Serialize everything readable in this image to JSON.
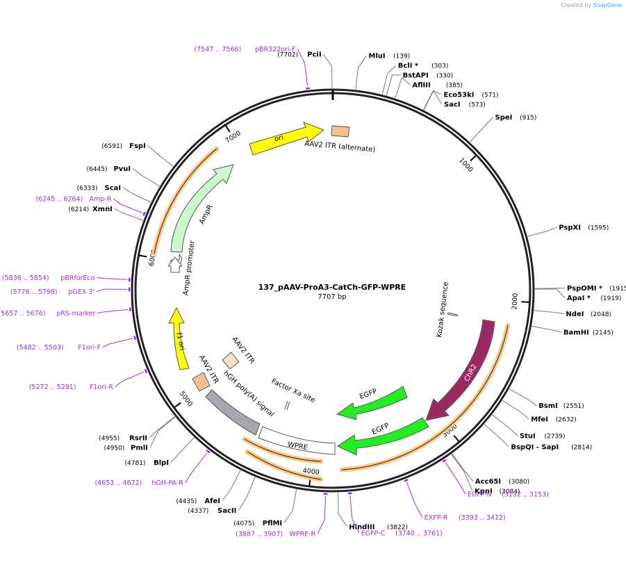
{
  "credit": {
    "prefix": "Created by",
    "brand": "SnapGene"
  },
  "plasmid": {
    "name": "137_pAAV-ProA3-CatCh-GFP-WPRE",
    "length_label": "7707 bp",
    "length": 7707
  },
  "ticks": [
    {
      "pos": 1000,
      "label": "1000"
    },
    {
      "pos": 2000,
      "label": "2000"
    },
    {
      "pos": 3000,
      "label": "3000"
    },
    {
      "pos": 4000,
      "label": "4000"
    },
    {
      "pos": 5000,
      "label": "5000"
    },
    {
      "pos": 6000,
      "label": "6000"
    },
    {
      "pos": 7000,
      "label": "7000"
    }
  ],
  "sites": [
    {
      "name": "PciI",
      "pos_label": "(7702)",
      "pos": 7702
    },
    {
      "name": "MluI",
      "pos_label": "(139)",
      "pos": 139
    },
    {
      "name": "BclI *",
      "pos_label": "(303)",
      "pos": 303
    },
    {
      "name": "BstAPI",
      "pos_label": "(330)",
      "pos": 330
    },
    {
      "name": "AflIII",
      "pos_label": "(385)",
      "pos": 385
    },
    {
      "name": "Eco53kI",
      "pos_label": "(571)",
      "pos": 571
    },
    {
      "name": "SacI",
      "pos_label": "(573)",
      "pos": 573
    },
    {
      "name": "SpeI",
      "pos_label": "(915)",
      "pos": 915
    },
    {
      "name": "PspXI",
      "pos_label": "(1595)",
      "pos": 1595
    },
    {
      "name": "PspOMI *",
      "pos_label": "(1915)",
      "pos": 1915
    },
    {
      "name": "ApaI *",
      "pos_label": "(1919)",
      "pos": 1919
    },
    {
      "name": "NdeI",
      "pos_label": "(2048)",
      "pos": 2048
    },
    {
      "name": "BamHI",
      "pos_label": "(2145)",
      "pos": 2145
    },
    {
      "name": "BsmI",
      "pos_label": "(2551)",
      "pos": 2551
    },
    {
      "name": "MfeI",
      "pos_label": "(2632)",
      "pos": 2632
    },
    {
      "name": "StuI",
      "pos_label": "(2739)",
      "pos": 2739
    },
    {
      "name": "BspQI - SapI",
      "pos_label": "(2814)",
      "pos": 2814
    },
    {
      "name": "Acc65I",
      "pos_label": "(3080)",
      "pos": 3080
    },
    {
      "name": "KpnI",
      "pos_label": "(3084)",
      "pos": 3084
    },
    {
      "name": "HindIII",
      "pos_label": "(3822)",
      "pos": 3822
    },
    {
      "name": "PflMI",
      "pos_label": "(4075)",
      "pos": 4075
    },
    {
      "name": "SacII",
      "pos_label": "(4337)",
      "pos": 4337
    },
    {
      "name": "AfeI",
      "pos_label": "(4435)",
      "pos": 4435
    },
    {
      "name": "BlpI",
      "pos_label": "(4781)",
      "pos": 4781
    },
    {
      "name": "PmlI",
      "pos_label": "(4950)",
      "pos": 4950
    },
    {
      "name": "RsrII",
      "pos_label": "(4955)",
      "pos": 4955
    },
    {
      "name": "XmnI",
      "pos_label": "(6214)",
      "pos": 6214
    },
    {
      "name": "ScaI",
      "pos_label": "(6333)",
      "pos": 6333
    },
    {
      "name": "PvuI",
      "pos_label": "(6445)",
      "pos": 6445
    },
    {
      "name": "FspI",
      "pos_label": "(6591)",
      "pos": 6591
    }
  ],
  "primers": [
    {
      "name": "pBR322ori-F",
      "range": "(7547 .. 7566)",
      "pos": 7556
    },
    {
      "name": "EGFP-N",
      "range": "(3132 .. 3153)",
      "pos": 3142
    },
    {
      "name": "EXFP-R",
      "range": "(3393 .. 3412)",
      "pos": 3402
    },
    {
      "name": "EGFP-C",
      "range": "(3740 .. 3761)",
      "pos": 3750
    },
    {
      "name": "WPRE-R",
      "range": "(3887 .. 3907)",
      "pos": 3897
    },
    {
      "name": "hGH-PA-R",
      "range": "(4653 .. 4672)",
      "pos": 4662
    },
    {
      "name": "F1ori-R",
      "range": "(5272 .. 5291)",
      "pos": 5281
    },
    {
      "name": "F1ori-F",
      "range": "(5482 .. 5503)",
      "pos": 5492
    },
    {
      "name": "pRS-marker",
      "range": "(5657 .. 5676)",
      "pos": 5666
    },
    {
      "name": "pGEX 3'",
      "range": "(5776 .. 5798)",
      "pos": 5787
    },
    {
      "name": "pBRforEco",
      "range": "(5836 .. 5854)",
      "pos": 5845
    },
    {
      "name": "Amp-R",
      "range": "(6245 .. 6264)",
      "pos": 6254
    }
  ],
  "features": [
    {
      "label": "ori",
      "color": "#ffff00"
    },
    {
      "label": "AAV2 ITR (alternate)",
      "color": "#f9c08f"
    },
    {
      "label": "AmpR",
      "color": "#ccf7cc"
    },
    {
      "label": "AmpR promoter",
      "color": "#ffffff"
    },
    {
      "label": "f1 ori",
      "color": "#ffff00"
    },
    {
      "label": "AAV2 ITR",
      "color": "#f9c08f"
    },
    {
      "label": "AAV2 ITR",
      "color": "#f9e1c8"
    },
    {
      "label": "hGH poly(A) signal",
      "color": "#a6aab0"
    },
    {
      "label": "WPRE",
      "color": "#ffffff"
    },
    {
      "label": "Factor Xa site",
      "color": "#ffffff"
    },
    {
      "label": "EGFP",
      "color": "#22ee22"
    },
    {
      "label": "EGFP",
      "color": "#22ee22"
    },
    {
      "label": "ChR2",
      "color": "#9c2a62"
    },
    {
      "label": "Kozak sequence",
      "color": "#ffffff"
    }
  ],
  "colors": {
    "primer": "#9b30d9",
    "orf_arc": "#f7c98b",
    "backbone": "#000000"
  }
}
